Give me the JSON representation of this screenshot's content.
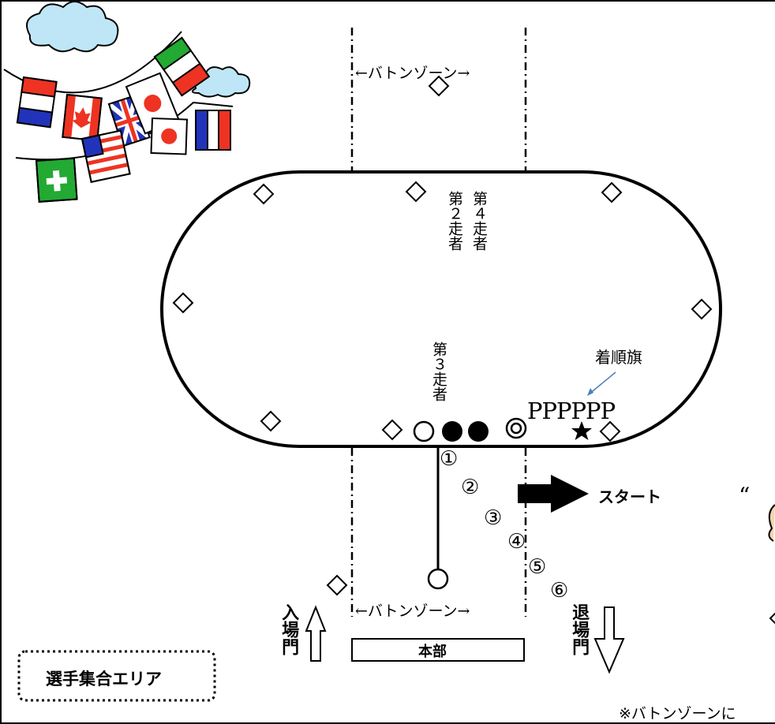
{
  "labels": {
    "baton_zone_top": "←バトンゾーン→",
    "baton_zone_bottom": "←バトンゾーン→",
    "runner_2": "第２走者",
    "runner_4": "第４走者",
    "runner_3": "第３走者",
    "finish_flag": "着順旗",
    "flag_letters": "PPPPPP",
    "start": "スタート",
    "entrance_gate": "入場門",
    "exit_gate": "退場門",
    "headquarters": "本部",
    "assembly_area": "選手集合エリア",
    "footnote": "※バトンゾーンに",
    "quote_mark": "“"
  },
  "lanes": [
    {
      "num": "①"
    },
    {
      "num": "②"
    },
    {
      "num": "③"
    },
    {
      "num": "④"
    },
    {
      "num": "⑤"
    },
    {
      "num": "⑥"
    }
  ],
  "markers": {
    "open_circle": "○",
    "filled_circle": "●",
    "double_circle": "◎",
    "star": "★",
    "diamond": "◇"
  },
  "colors": {
    "arrow_flag_note": "#4a7ebb",
    "cloud": "#a8d8f0"
  },
  "icons": [
    "flag-bunting-icon",
    "cloud-icon",
    "diamond-marker-icon",
    "start-arrow-icon",
    "up-arrow-icon",
    "down-arrow-icon"
  ]
}
